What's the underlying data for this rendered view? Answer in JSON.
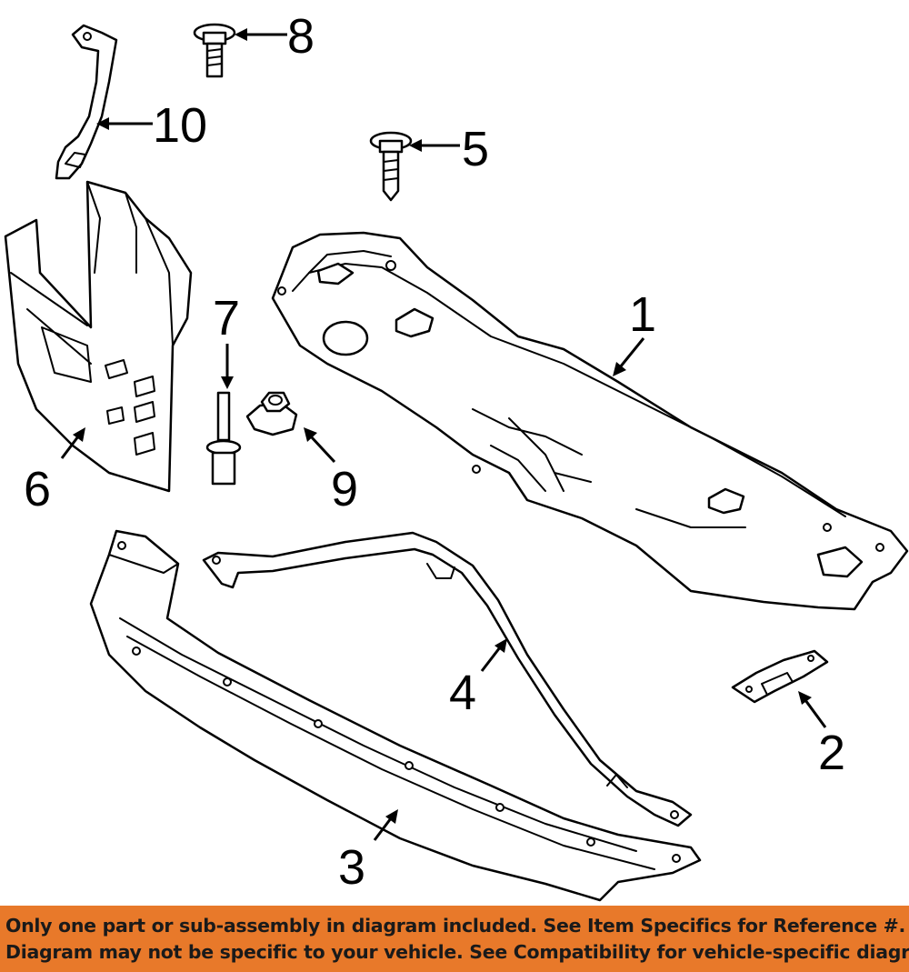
{
  "diagram": {
    "callouts": [
      {
        "id": "part-1",
        "label": "1"
      },
      {
        "id": "part-2",
        "label": "2"
      },
      {
        "id": "part-3",
        "label": "3"
      },
      {
        "id": "part-4",
        "label": "4"
      },
      {
        "id": "part-5",
        "label": "5"
      },
      {
        "id": "part-6",
        "label": "6"
      },
      {
        "id": "part-7",
        "label": "7"
      },
      {
        "id": "part-8",
        "label": "8"
      },
      {
        "id": "part-9",
        "label": "9"
      },
      {
        "id": "part-10",
        "label": "10"
      }
    ]
  },
  "notice": {
    "line1": "Only one part or sub-assembly in diagram included. See Item Specifics for Reference #.",
    "line2": "Diagram may not be specific to your vehicle. See Compatibility for vehicle-specific diagrams.",
    "background_color": "#e8792a"
  }
}
